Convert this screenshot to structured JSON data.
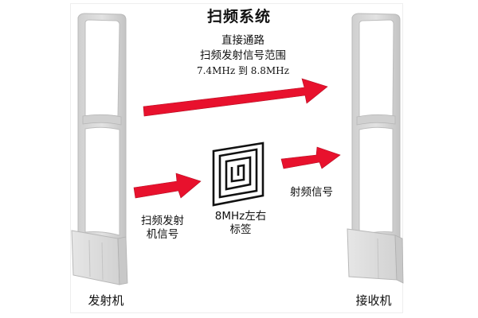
{
  "title": "扫频系统",
  "direct_path": {
    "line1": "直接通路",
    "line2": "扫频发射信号范围",
    "line3": "7.4MHz 到 8.8MHz"
  },
  "transmitter": {
    "label": "发射机",
    "signal_label_line1": "扫频发射",
    "signal_label_line2": "机信号"
  },
  "tag": {
    "label_line1": "8MHz左右",
    "label_line2": "标签"
  },
  "receiver": {
    "label": "接收机",
    "signal_label": "射频信号"
  },
  "colors": {
    "arrow": "#e8112d",
    "antenna": "#d6d6d6",
    "antenna_edge": "#b8b8b8",
    "coil": "#111111"
  }
}
